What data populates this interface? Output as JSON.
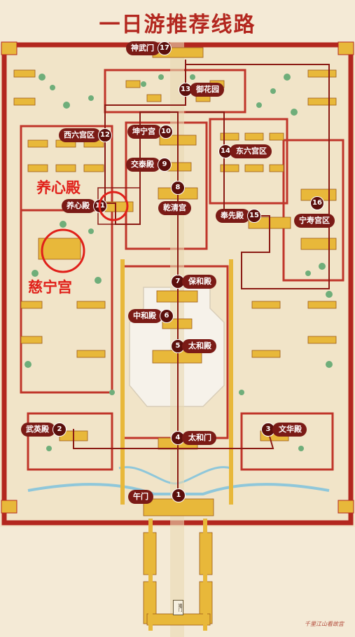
{
  "title": "一日游推荐线路",
  "route_stops": [
    {
      "num": "1",
      "label": "午门"
    },
    {
      "num": "2",
      "label": "武英殿"
    },
    {
      "num": "3",
      "label": "文华殿"
    },
    {
      "num": "4",
      "label": "太和门"
    },
    {
      "num": "5",
      "label": "太和殿"
    },
    {
      "num": "6",
      "label": "中和殿"
    },
    {
      "num": "7",
      "label": "保和殿"
    },
    {
      "num": "8",
      "label": "乾清宫"
    },
    {
      "num": "9",
      "label": "交泰殿"
    },
    {
      "num": "10",
      "label": "坤宁宫"
    },
    {
      "num": "11",
      "label": "养心殿"
    },
    {
      "num": "12",
      "label": "西六宫区"
    },
    {
      "num": "13",
      "label": "御花园"
    },
    {
      "num": "14",
      "label": "东六宫区"
    },
    {
      "num": "15",
      "label": "奉先殿"
    },
    {
      "num": "16",
      "label": "宁寿宫区"
    },
    {
      "num": "17",
      "label": "神武门"
    }
  ],
  "annotations": {
    "yangxin": "养心殿",
    "cining": "慈宁宫"
  },
  "gate_sign": "端门",
  "credit": "千里江山看故宫",
  "colors": {
    "wall": "#b3271f",
    "roof": "#e8b83a",
    "route": "#8b1a14",
    "tree": "#6fae7a",
    "ground": "#f4ead6",
    "water": "#8fc7da",
    "highlight": "#e0201a"
  }
}
